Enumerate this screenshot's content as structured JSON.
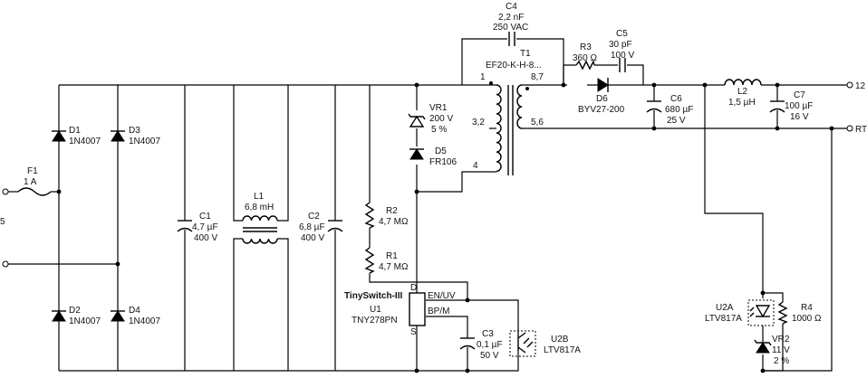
{
  "components": {
    "F1": {
      "ref": "F1",
      "value": "1 A"
    },
    "D1": {
      "ref": "D1",
      "value": "1N4007"
    },
    "D2": {
      "ref": "D2",
      "value": "1N4007"
    },
    "D3": {
      "ref": "D3",
      "value": "1N4007"
    },
    "D4": {
      "ref": "D4",
      "value": "1N4007"
    },
    "C1": {
      "ref": "C1",
      "value1": "4,7 µF",
      "value2": "400 V"
    },
    "L1": {
      "ref": "L1",
      "value": "6,8 mH"
    },
    "C2": {
      "ref": "C2",
      "value1": "6,8 µF",
      "value2": "400 V"
    },
    "R2": {
      "ref": "R2",
      "value": "4,7 MΩ"
    },
    "R1": {
      "ref": "R1",
      "value": "4,7 MΩ"
    },
    "VR1": {
      "ref": "VR1",
      "value1": "200 V",
      "value2": "5 %"
    },
    "D5": {
      "ref": "D5",
      "value": "FR106"
    },
    "C4": {
      "ref": "C4",
      "value1": "2,2 nF",
      "value2": "250 VAC"
    },
    "T1": {
      "ref": "T1",
      "value": "EF20-K-H-8..."
    },
    "R3": {
      "ref": "R3",
      "value": "360 Ω"
    },
    "C5": {
      "ref": "C5",
      "value1": "30 pF",
      "value2": "100 V"
    },
    "D6": {
      "ref": "D6",
      "value": "BYV27-200"
    },
    "C6": {
      "ref": "C6",
      "value1": "680 µF",
      "value2": "25 V"
    },
    "L2": {
      "ref": "L2",
      "value": "1,5 µH"
    },
    "C7": {
      "ref": "C7",
      "value1": "100 µF",
      "value2": "16 V"
    },
    "U1": {
      "family": "TinySwitch-III",
      "ref": "U1",
      "value": "TNY278PN"
    },
    "C3": {
      "ref": "C3",
      "value1": "0,1 µF",
      "value2": "50 V"
    },
    "U2B": {
      "ref": "U2B",
      "value": "LTV817A"
    },
    "U2A": {
      "ref": "U2A",
      "value": "LTV817A"
    },
    "R4": {
      "ref": "R4",
      "value": "1000 Ω"
    },
    "VR2": {
      "ref": "VR2",
      "value1": "11 V",
      "value2": "2 %"
    }
  },
  "pins": {
    "U1": {
      "d": "D",
      "s": "S",
      "en": "EN/UV",
      "bp": "BP/M"
    },
    "T1": {
      "p1": "1",
      "p32": "3,2",
      "p4": "4",
      "p87": "8,7",
      "p56": "5,6"
    }
  },
  "edge_labels": {
    "left_input": "5",
    "out_pos": "12",
    "out_ret": "RT"
  }
}
